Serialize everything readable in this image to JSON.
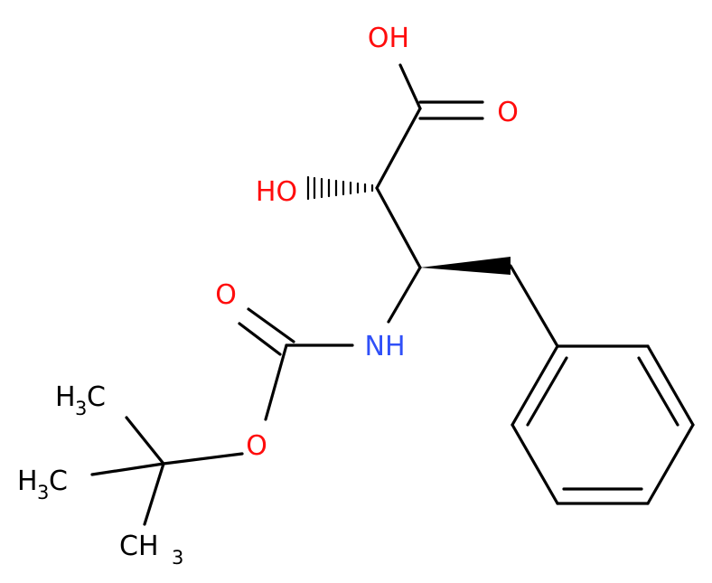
{
  "colors": {
    "bond": "#000000",
    "oxygen": "#ff0d0d",
    "nitrogen": "#3050f8",
    "carbon": "#000000",
    "background": "#ffffff"
  },
  "atoms": {
    "acid_oh": "OH",
    "acid_o": "O",
    "hydroxyl_ho": "HO",
    "carbamate_o": "O",
    "amine_nh": "NH",
    "ester_o": "O",
    "methyl_top_h": "H",
    "methyl_top_sub": "3",
    "methyl_top_c": "C",
    "methyl_left_h": "H",
    "methyl_left_sub": "3",
    "methyl_left_c": "C",
    "methyl_bottom_c": "CH",
    "methyl_bottom_sub": "3"
  }
}
